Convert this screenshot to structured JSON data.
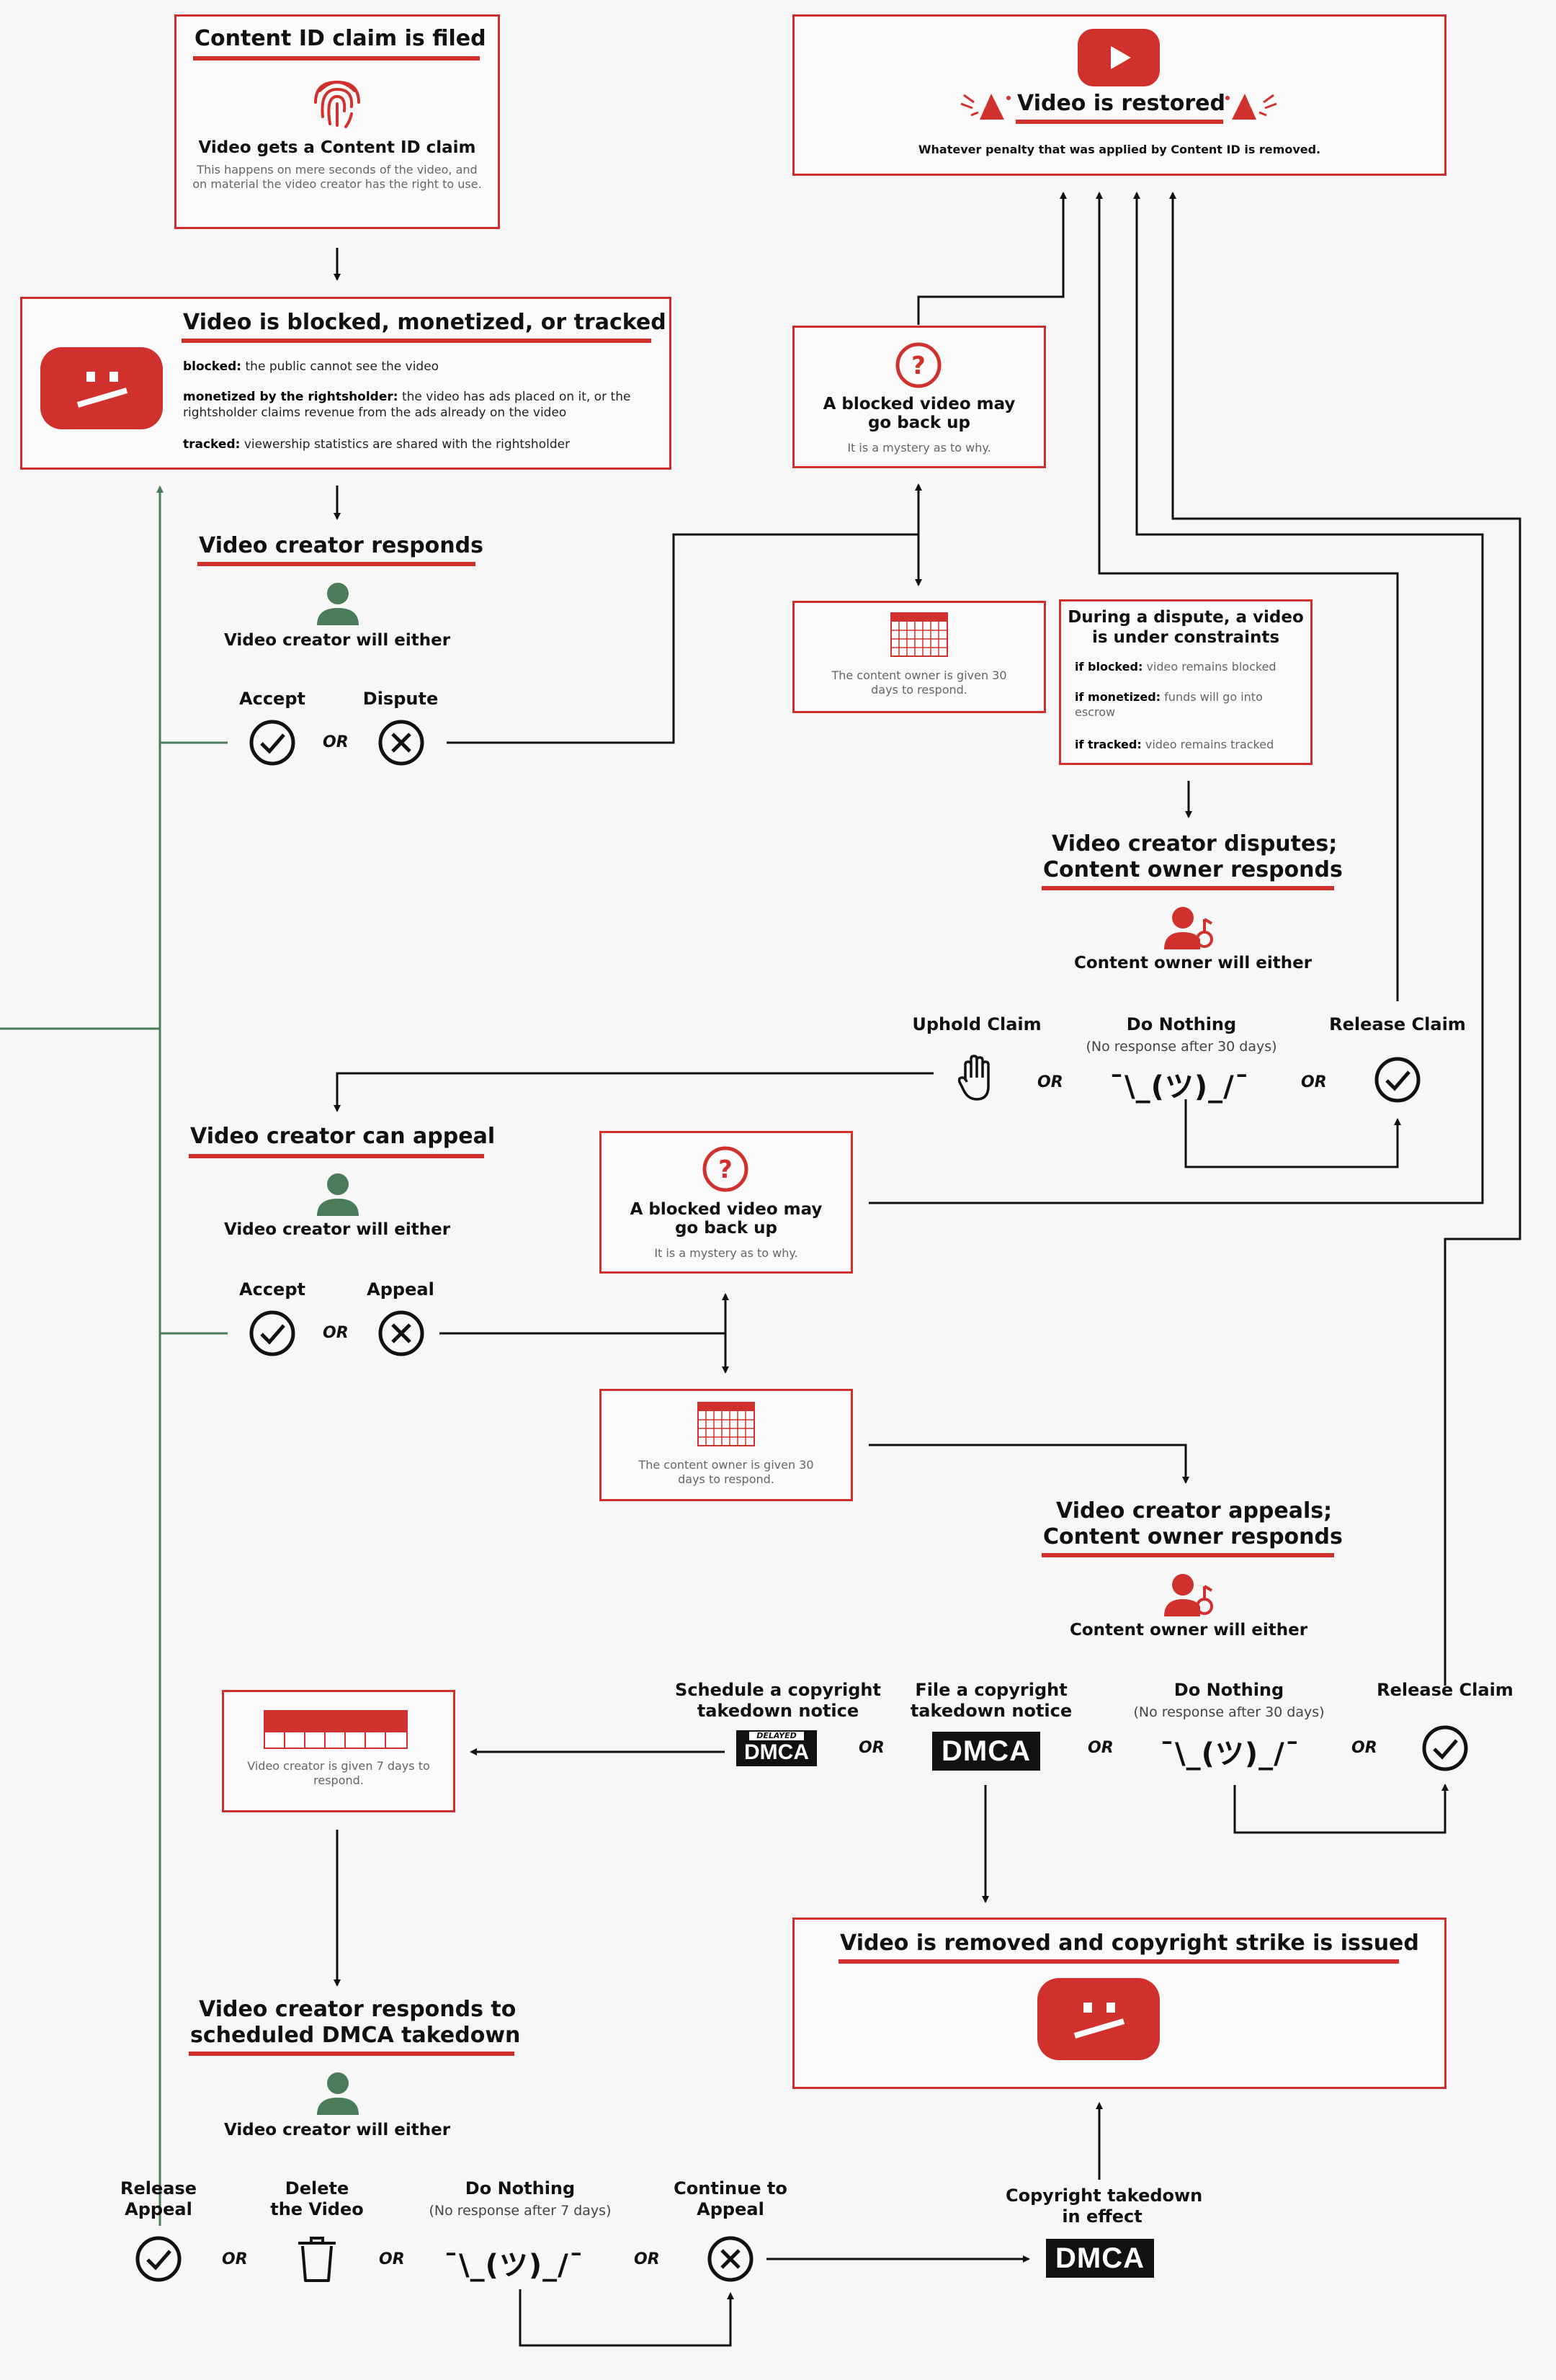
{
  "colors": {
    "accent": "#d0312d",
    "green": "#4a7c59",
    "line": "#111111",
    "background": "#f7f7f7"
  },
  "claim_filed": {
    "title": "Content ID claim is filed",
    "heading": "Video gets a Content ID claim",
    "body": "This happens on mere seconds of the video, and on material the video creator has the right to use.",
    "icon": "fingerprint-icon"
  },
  "restored": {
    "title": "Video is restored",
    "body": "Whatever penalty that was applied by Content ID is removed.",
    "icon": "youtube-play-icon"
  },
  "blocked": {
    "title": "Video is blocked, monetized, or tracked",
    "lines": [
      {
        "term": "blocked:",
        "text": "the public cannot see the video"
      },
      {
        "term": "monetized by the rightsholder:",
        "text": "the video has ads placed on it, or the rightsholder claims revenue from the ads already on the video"
      },
      {
        "term": "tracked:",
        "text": "viewership statistics are shared with the rightsholder"
      }
    ]
  },
  "mystery1": {
    "title": "A blocked video may go back up",
    "sub": "It is a mystery as to why."
  },
  "mystery2": {
    "title": "A blocked video may go back up",
    "sub": "It is a mystery as to why."
  },
  "calendar1": {
    "text": "The content owner is given 30 days to respond."
  },
  "calendar2": {
    "text": "The content owner is given 30 days to respond."
  },
  "calendar3": {
    "text": "Video creator is given 7 days to respond."
  },
  "constraints": {
    "title": "During a dispute, a video is under constraints",
    "lines": [
      {
        "term": "if blocked:",
        "text": "video remains blocked"
      },
      {
        "term": "if monetized:",
        "text": "funds will go into escrow"
      },
      {
        "term": "if tracked:",
        "text": "video remains tracked"
      }
    ]
  },
  "responds": {
    "title": "Video creator responds",
    "either": "Video creator will either",
    "accept": "Accept",
    "dispute": "Dispute"
  },
  "disputes": {
    "title1": "Video creator disputes;",
    "title2": "Content owner responds",
    "either": "Content owner will either",
    "uphold": "Uphold Claim",
    "nothing": "Do Nothing",
    "nothing_sub": "(No response after 30 days)",
    "release": "Release Claim"
  },
  "appeal": {
    "title": "Video creator can appeal",
    "either": "Video creator will either",
    "accept": "Accept",
    "appeal": "Appeal"
  },
  "appeals": {
    "title1": "Video creator appeals;",
    "title2": "Content owner responds",
    "either": "Content owner will either",
    "schedule": "Schedule a copyright takedown notice",
    "schedule_l1": "Schedule a copyright",
    "schedule_l2": "takedown notice",
    "file_l1": "File a copyright",
    "file_l2": "takedown notice",
    "nothing": "Do Nothing",
    "nothing_sub": "(No response after 30 days)",
    "release": "Release Claim"
  },
  "removed": {
    "title": "Video is removed and copyright strike is issued"
  },
  "scheduled": {
    "title1": "Video creator responds to",
    "title2": "scheduled DMCA takedown",
    "either": "Video creator will either",
    "release_l1": "Release",
    "release_l2": "Appeal",
    "delete_l1": "Delete",
    "delete_l2": "the Video",
    "nothing": "Do Nothing",
    "nothing_sub": "(No response after 7 days)",
    "continue_l1": "Continue to",
    "continue_l2": "Appeal"
  },
  "takedown": {
    "l1": "Copyright takedown",
    "l2": "in effect"
  },
  "labels": {
    "or": "OR",
    "dmca": "DMCA",
    "delayed": "DELAYED",
    "shrug": "¯\\_(ツ)_/¯"
  }
}
